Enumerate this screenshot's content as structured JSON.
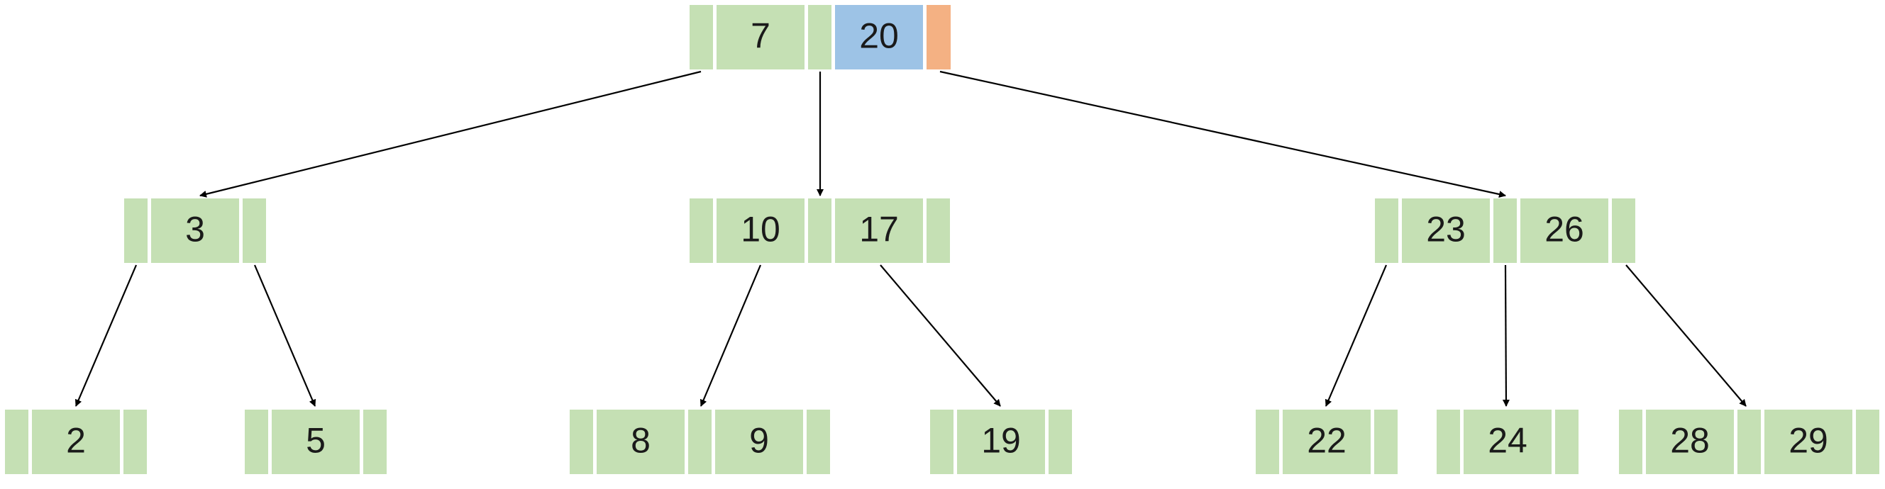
{
  "colors": {
    "cell": "#c5e0b4",
    "highlight": "#9dc3e6",
    "overflow": "#f4b183",
    "edge": "#000000"
  },
  "nodes": [
    {
      "id": "root",
      "keys": [
        "7",
        "20"
      ],
      "highlight_key_index": 1,
      "overflow_pointer": true
    },
    {
      "id": "n3",
      "keys": [
        "3"
      ]
    },
    {
      "id": "n10",
      "keys": [
        "10",
        "17"
      ]
    },
    {
      "id": "n23",
      "keys": [
        "23",
        "26"
      ]
    },
    {
      "id": "n2",
      "keys": [
        "2"
      ]
    },
    {
      "id": "n5",
      "keys": [
        "5"
      ]
    },
    {
      "id": "n8",
      "keys": [
        "8",
        "9"
      ]
    },
    {
      "id": "n19",
      "keys": [
        "19"
      ]
    },
    {
      "id": "n22",
      "keys": [
        "22"
      ]
    },
    {
      "id": "n24",
      "keys": [
        "24"
      ]
    },
    {
      "id": "n28",
      "keys": [
        "28",
        "29"
      ]
    }
  ],
  "edges": [
    {
      "from": "root",
      "pointer": 0,
      "to": "n3"
    },
    {
      "from": "root",
      "pointer": 1,
      "to": "n10"
    },
    {
      "from": "root",
      "pointer": 2,
      "to": "n23"
    },
    {
      "from": "n3",
      "pointer": 0,
      "to": "n2"
    },
    {
      "from": "n3",
      "pointer": 1,
      "to": "n5"
    },
    {
      "from": "n10",
      "pointer": 0,
      "to": "n8"
    },
    {
      "from": "n10",
      "pointer": 2,
      "to": "n19"
    },
    {
      "from": "n23",
      "pointer": 0,
      "to": "n22"
    },
    {
      "from": "n23",
      "pointer": 1,
      "to": "n24"
    },
    {
      "from": "n23",
      "pointer": 2,
      "to": "n28"
    }
  ]
}
